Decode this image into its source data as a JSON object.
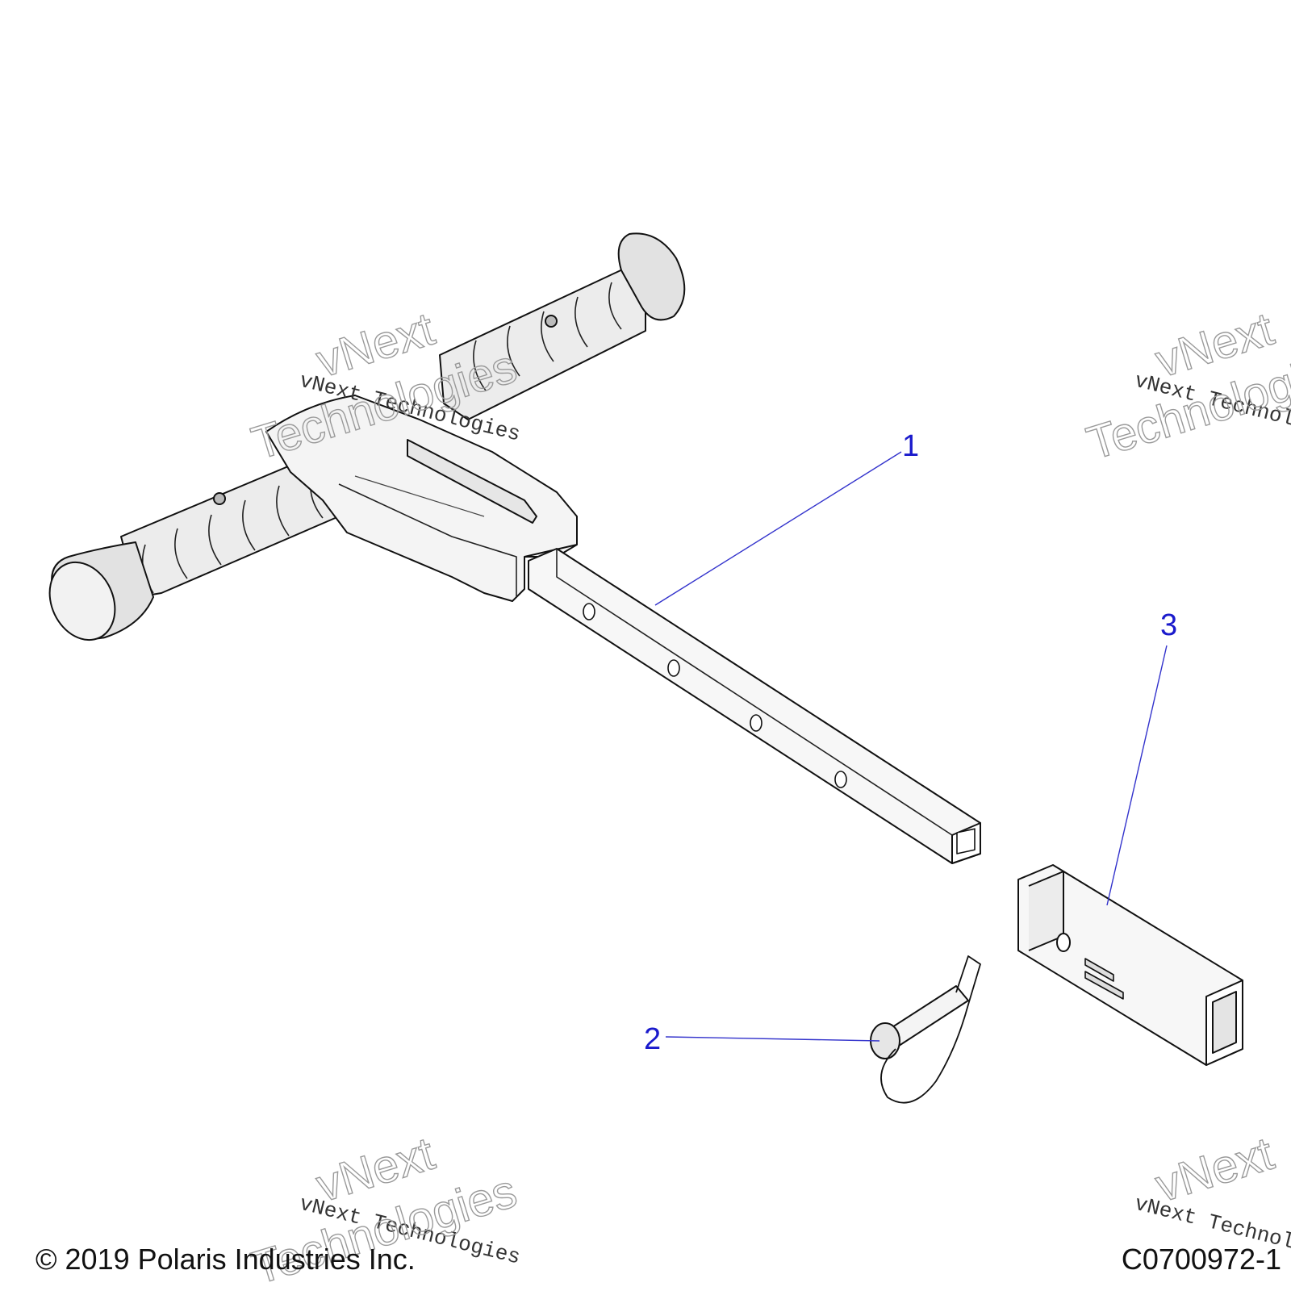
{
  "callouts": [
    {
      "id": "1",
      "label": "1"
    },
    {
      "id": "2",
      "label": "2"
    },
    {
      "id": "3",
      "label": "3"
    }
  ],
  "footer": {
    "copyright": "© 2019 Polaris Industries Inc.",
    "drawing_id": "C0700972-1"
  },
  "watermark": {
    "line_small": "vNext Technologies",
    "line_big_1": "vNext",
    "line_big_2": "Technologies"
  },
  "colors": {
    "callout": "#1a1acc",
    "line_art": "#111111",
    "shade": "#d8d8d8"
  }
}
